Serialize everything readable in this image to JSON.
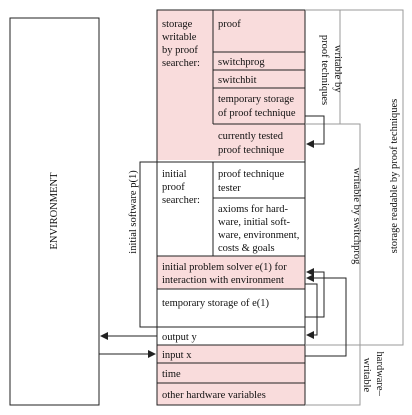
{
  "colors": {
    "pink": "#f9dcdc",
    "line": "#222222",
    "gray": "#9a9a9a"
  },
  "environment": "ENVIRONMENT",
  "storage_label": [
    "storage",
    "writable",
    "by proof",
    "searcher:"
  ],
  "proof": "proof",
  "switchprog": "switchprog",
  "switchbit": "switchbit",
  "temp_proof_technique": [
    "temporary storage",
    "of proof technique"
  ],
  "currently_tested": [
    "currently tested",
    "proof technique"
  ],
  "initial_proof_searcher": [
    "initial",
    "proof",
    "searcher:"
  ],
  "proof_technique_tester": [
    "proof technique",
    "tester"
  ],
  "axioms": [
    "axioms for hard-",
    "ware, initial soft-",
    "ware, environment,",
    "costs & goals"
  ],
  "initial_problem_solver": [
    "initial problem solver e(1) for",
    "interaction with environment"
  ],
  "temp_storage_e1": "temporary storage of e(1)",
  "output_y": "output y",
  "input_x": "input x",
  "time": "time",
  "other_hw": "other hardware variables",
  "writable_by_proof_techniques": [
    "writable by",
    "proof techniques"
  ],
  "storage_readable": "storage readable by proof techniques",
  "writable_by_switchprog": "writable by switchprog",
  "initial_software": "initial software p(1)",
  "hardware_writable": [
    "hardware–",
    "writable"
  ]
}
